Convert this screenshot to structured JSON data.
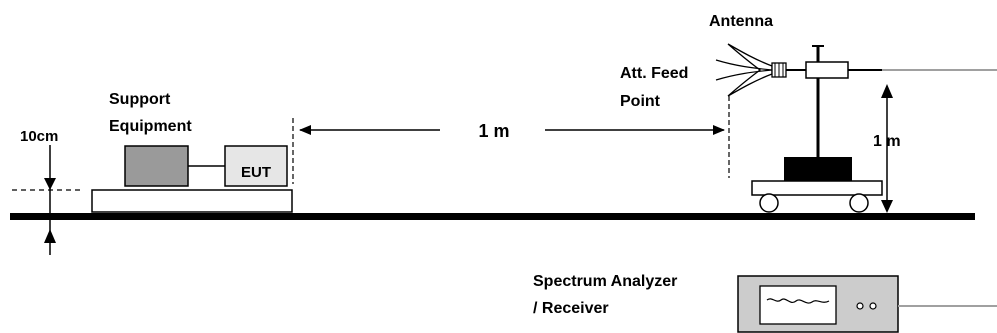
{
  "labels": {
    "antenna": "Antenna",
    "att_feed_line1": "Att. Feed",
    "att_feed_line2": "Point",
    "support_line1": "Support",
    "support_line2": "Equipment",
    "height_10cm": "10cm",
    "eut": "EUT",
    "distance": "1 m",
    "antenna_height": "1 m",
    "analyzer_line1": "Spectrum Analyzer",
    "analyzer_line2": "/ Receiver"
  },
  "colors": {
    "line": "#000000",
    "cable": "#a0a0a0",
    "support_box": "#9a9a9a",
    "eut_box": "#e6e6e6",
    "analyzer_body": "#cccccc",
    "screen": "#ffffff"
  }
}
